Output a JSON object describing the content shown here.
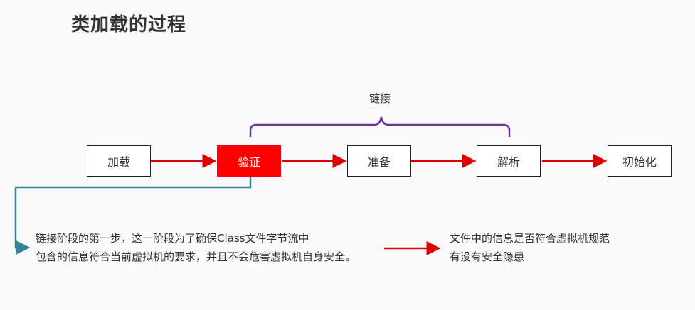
{
  "title": "类加载的过程",
  "linking_label": "链接",
  "steps": [
    {
      "label": "加载",
      "active": false
    },
    {
      "label": "验证",
      "active": true
    },
    {
      "label": "准备",
      "active": false
    },
    {
      "label": "解析",
      "active": false
    },
    {
      "label": "初始化",
      "active": false
    }
  ],
  "note_left": [
    "链接阶段的第一步，这一阶段为了确保Class文件字节流中",
    "包含的信息符合当前虚拟机的要求，并且不会危害虚拟机自身安全。"
  ],
  "note_right": [
    "文件中的信息是否符合虚拟机规范",
    "有没有安全隐患"
  ],
  "colors": {
    "arrow": "#e00000",
    "active_box": "#ff0000",
    "brace": "#7030a0",
    "connector": "#31849b"
  }
}
